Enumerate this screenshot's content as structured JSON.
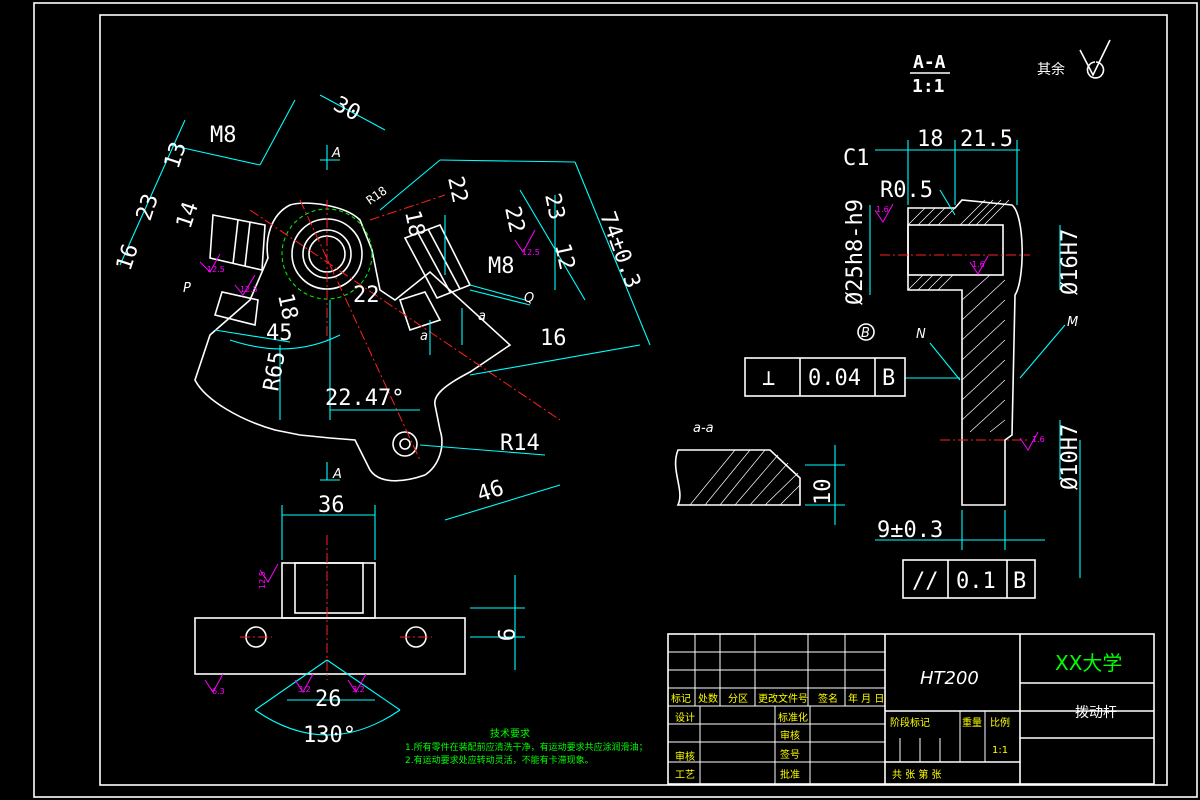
{
  "view_titles": {
    "section": "A-A",
    "scale": "1:1",
    "aa": "a-a"
  },
  "surface_finish": {
    "label": "其余",
    "roughness": [
      "12.5",
      "12.5",
      "12.5",
      "1.6",
      "1.6",
      "1.6",
      "12.5",
      "6.3",
      "3.2",
      "3.2"
    ]
  },
  "section_markers": {
    "a1": "A",
    "a2": "A",
    "a_small1": "a",
    "a_small2": "a",
    "p": "P",
    "q": "Q",
    "b_circle": "B",
    "n": "N",
    "m": "M"
  },
  "top_view_dims": {
    "d30": "30",
    "m8_left": "M8",
    "d13": "13",
    "d23": "23",
    "d16": "16",
    "d14": "14",
    "r18": "R18",
    "d18": "18",
    "d22_top": "22",
    "d22_b": "22",
    "d23_b": "23",
    "d12": "12",
    "d74": "74±0.3",
    "m8_right": "M8",
    "d18b": "18",
    "d22c": "22",
    "d45": "45",
    "r65": "R65",
    "d16b": "16",
    "angle": "22.47°",
    "r14": "R14",
    "d46": "46"
  },
  "front_view_dims": {
    "d36": "36",
    "d9": "9",
    "d26": "26",
    "angle130": "130°"
  },
  "section_dims": {
    "d18": "18",
    "d21_5": "21.5",
    "c1": "C1",
    "r0_5": "R0.5",
    "phi25": "Ø25h8-h9",
    "phi16": "Ø16H7",
    "phi10": "Ø10H7",
    "d9": "9±0.3",
    "d10": "10"
  },
  "tolerance_frames": [
    {
      "symbol": "⊥",
      "value": "0.04",
      "datum": "B"
    },
    {
      "symbol": "//",
      "value": "0.1",
      "datum": "B"
    }
  ],
  "technical_requirements": {
    "title": "技术要求",
    "line1": "1.所有零件在装配前应清洗干净，有运动要求共应涂润滑油；",
    "line2": "2.有运动要求处应转动灵活，不能有卡滞现象。"
  },
  "title_block": {
    "material": "HT200",
    "school": "XX大学",
    "part_name": "拨动杆",
    "header_row": [
      "标记",
      "处数",
      "分区",
      "更改文件号",
      "签名",
      "年 月 日"
    ],
    "design": "设计",
    "standardize": "标准化",
    "stage_label": "阶段标记",
    "weight": "重量",
    "ratio": "比例",
    "scale": "1:1",
    "review": "审核",
    "process": "工艺",
    "approve": "批准",
    "check": "审核",
    "sign2": "签号",
    "sheets": "共   张   第   张"
  }
}
